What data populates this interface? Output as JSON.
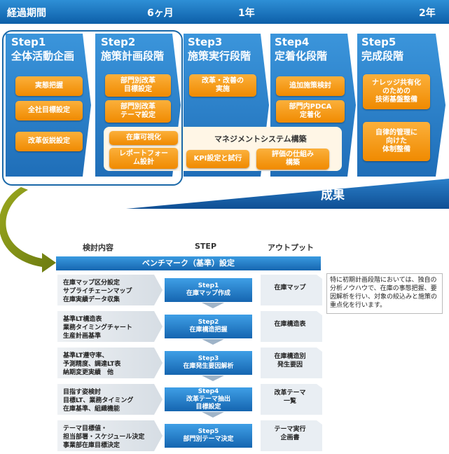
{
  "timeline": {
    "label": "経過期間",
    "m6": "6ヶ月",
    "y1": "1年",
    "y2": "2年"
  },
  "steps": [
    {
      "title": "Step1",
      "subtitle": "全体活動企画",
      "items": [
        "実態把握",
        "全社目標設定",
        "改革仮説設定"
      ]
    },
    {
      "title": "Step2",
      "subtitle": "施策計画段階",
      "items": [
        "部門別改革\n目標設定",
        "部門別改革\nテーマ設定",
        "在庫可視化",
        "レポートフォー\nム設計"
      ]
    },
    {
      "title": "Step3",
      "subtitle": "施策実行段階",
      "items": [
        "改革・改善の\n実施",
        "KPI設定と試行"
      ]
    },
    {
      "title": "Step4",
      "subtitle": "定着化段階",
      "items": [
        "追加施策検討",
        "部門内PDCA\n定着化",
        "評価の仕組み\n構築"
      ]
    },
    {
      "title": "Step5",
      "subtitle": "完成段階",
      "items": [
        "ナレッジ共有化\nのための\n技術基盤整備",
        "自律的管理に\n向けた\n体制整備"
      ]
    }
  ],
  "management": "マネジメントシステム構築",
  "result": "成果",
  "detail": {
    "headers": {
      "content": "検討内容",
      "step": "STEP",
      "output": "アウトプット"
    },
    "benchmark": "ベンチマーク（基準）設定",
    "rows": [
      {
        "content": "在庫マップ区分設定\nサプライチェーンマップ\n在庫実績データ収集",
        "step": "Step1",
        "step_name": "在庫マップ作成",
        "output": "在庫マップ"
      },
      {
        "content": "基準LT構造表\n業務タイミングチャート\n生産計画基準",
        "step": "Step2",
        "step_name": "在庫構造把握",
        "output": "在庫構造表"
      },
      {
        "content": "基準LT遵守率、\n予測精度、調達LT表\n納期変更実績　他",
        "step": "Step3",
        "step_name": "在庫発生要因解析",
        "output": "在庫構造別\n発生要因"
      },
      {
        "content": "目指す姿検討\n目標LT、業務タイミング\n在庫基準、組織機能",
        "step": "Step4",
        "step_name": "改革テーマ抽出\n目標設定",
        "output": "改革テーマ\n一覧"
      },
      {
        "content": "テーマ目標値・\n担当部署・スケジュール決定\n事業部在庫目標決定",
        "step": "Step5",
        "step_name": "部門別テーマ決定",
        "output": "テーマ実行\n企画書"
      }
    ],
    "note": "特に初期計画段階においては、独自の分析ノウハウで、在庫の事態把握、要因解析を行い、対象の絞込みと施策の重点化を行います。"
  },
  "colors": {
    "step_blue": "#1e7cc8",
    "orange": "#f59a12",
    "dark_blue": "#1565b0"
  }
}
